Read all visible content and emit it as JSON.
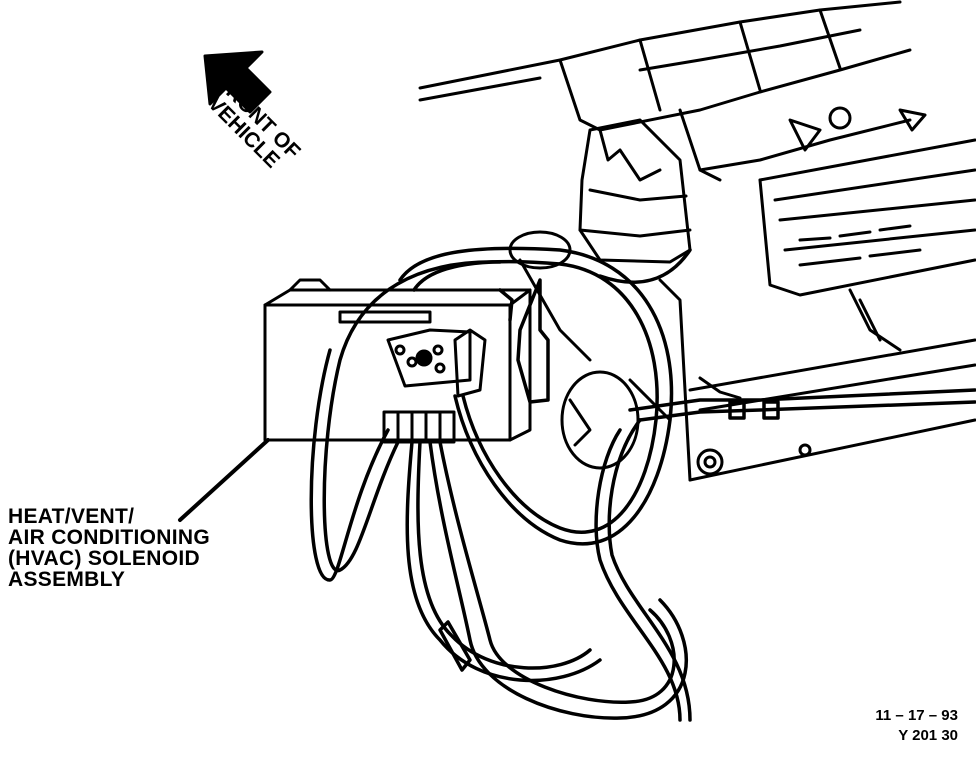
{
  "direction_label": {
    "lines": [
      "FRONT OF",
      "VEHICLE"
    ]
  },
  "component_label": {
    "lines": [
      "HEAT/VENT/",
      "AIR CONDITIONING",
      "(HVAC) SOLENOID",
      "ASSEMBLY"
    ]
  },
  "figure_stamp": {
    "date": "11 – 17 – 93",
    "code": "Y 201 30"
  },
  "colors": {
    "ink": "#000000",
    "paper": "#ffffff"
  }
}
